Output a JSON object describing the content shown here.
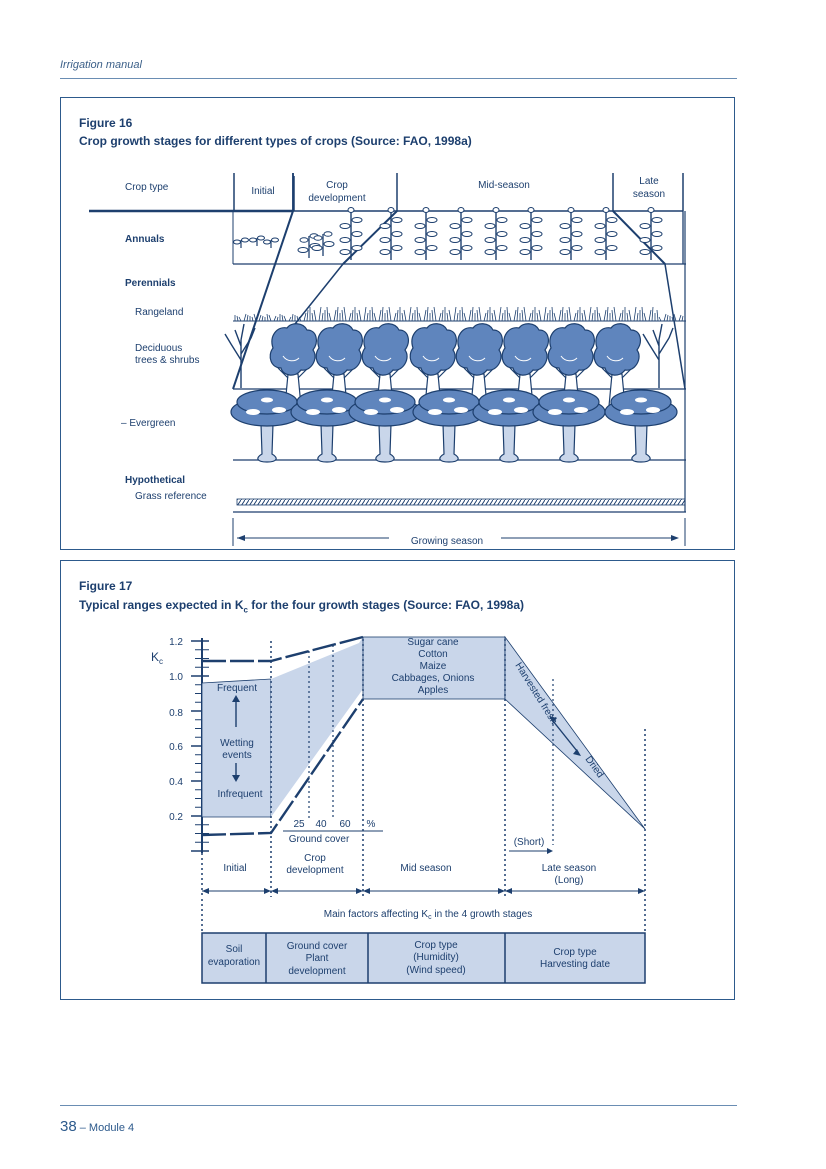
{
  "header": {
    "running_title": "Irrigation manual"
  },
  "figure16": {
    "number": "Figure 16",
    "title": "Crop growth stages for different types of crops (Source: FAO, 1998a)",
    "col_crop_type": "Crop type",
    "stage_initial": "Initial",
    "stage_dev_1": "Crop",
    "stage_dev_2": "development",
    "stage_mid": "Mid-season",
    "stage_late_1": "Late",
    "stage_late_2": "season",
    "row_annuals": "Annuals",
    "row_perennials": "Perennials",
    "row_rangeland": "Rangeland",
    "row_deciduous_1": "Deciduous",
    "row_deciduous_2": "trees & shrubs",
    "row_evergreen": "– Evergreen",
    "row_hypothetical": "Hypothetical",
    "row_grass": "Grass reference",
    "growing_season": "Growing season"
  },
  "figure17": {
    "number": "Figure 17",
    "title_pre": "Typical ranges expected in K",
    "title_sub": "c",
    "title_post": " for the four growth stages (Source: FAO, 1998a)",
    "y_label": "K",
    "y_label_sub": "c",
    "y_ticks": [
      "1.2",
      "1.0",
      "0.8",
      "0.6",
      "0.4",
      "0.2"
    ],
    "frequent": "Frequent",
    "wetting_1": "Wetting",
    "wetting_2": "events",
    "infrequent": "Infrequent",
    "mid_crops": [
      "Sugar cane",
      "Cotton",
      "Maize",
      "Cabbages, Onions",
      "Apples"
    ],
    "harvested_fresh": "Harvested fresh",
    "dried": "Dried",
    "ground_cover_values": [
      "25",
      "40",
      "60",
      "%"
    ],
    "ground_cover": "Ground cover",
    "short": "(Short)",
    "stage_initial": "Initial",
    "stage_dev_1": "Crop",
    "stage_dev_2": "development",
    "stage_mid": "Mid season",
    "stage_late": "Late season",
    "stage_late_long": "(Long)",
    "main_factors_pre": "Main factors affecting K",
    "main_factors_sub": "c",
    "main_factors_post": " in the 4 growth stages",
    "factor1": [
      "Soil",
      "evaporation"
    ],
    "factor2": [
      "Ground cover",
      "Plant",
      "development"
    ],
    "factor3": [
      "Crop type",
      "(Humidity)",
      "(Wind speed)"
    ],
    "factor4": [
      "Crop type",
      "Harvesting date"
    ]
  },
  "footer": {
    "page": "38",
    "module": " – Module 4"
  },
  "colors": {
    "ink": "#1d3f6e",
    "fill": "#c9d6ea",
    "canopy": "#5f85bd",
    "trunk": "#c9d6ea"
  }
}
